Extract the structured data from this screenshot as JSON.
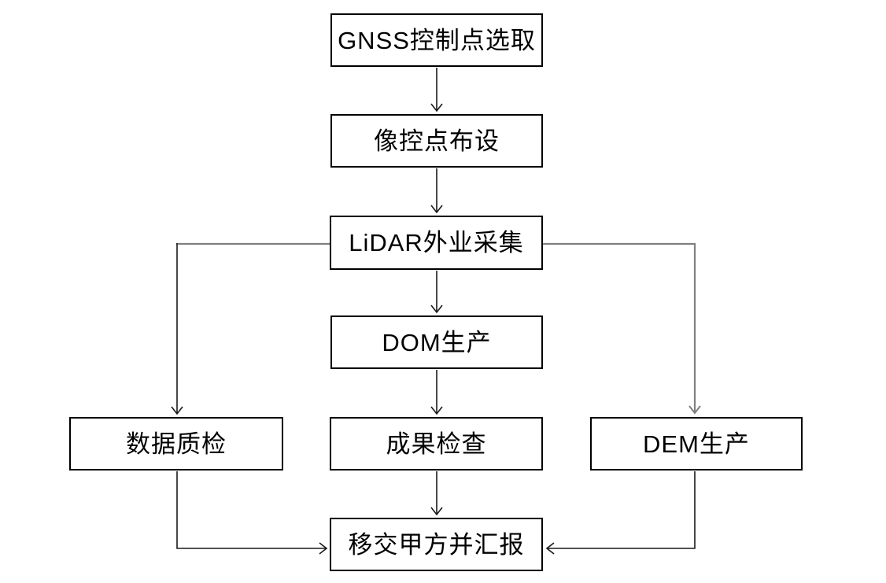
{
  "diagram": {
    "type": "flowchart",
    "title": "LiDAR surveying production workflow",
    "nodes": [
      {
        "id": "gnss-control-point-selection",
        "label": "GNSS控制点选取"
      },
      {
        "id": "image-control-point-layout",
        "label": "像控点布设"
      },
      {
        "id": "lidar-field-collection",
        "label": "LiDAR外业采集"
      },
      {
        "id": "dom-production",
        "label": "DOM生产"
      },
      {
        "id": "data-quality-check",
        "label": "数据质检"
      },
      {
        "id": "result-inspection",
        "label": "成果检查"
      },
      {
        "id": "dem-production",
        "label": "DEM生产"
      },
      {
        "id": "handover-and-report",
        "label": "移交甲方并汇报"
      }
    ],
    "edges": [
      {
        "from": "GNSS控制点选取",
        "to": "像控点布设"
      },
      {
        "from": "像控点布设",
        "to": "LiDAR外业采集"
      },
      {
        "from": "LiDAR外业采集",
        "to": "DOM生产"
      },
      {
        "from": "LiDAR外业采集",
        "to": "数据质检"
      },
      {
        "from": "LiDAR外业采集",
        "to": "DEM生产"
      },
      {
        "from": "DOM生产",
        "to": "成果检查"
      },
      {
        "from": "成果检查",
        "to": "移交甲方并汇报"
      },
      {
        "from": "数据质检",
        "to": "移交甲方并汇报"
      },
      {
        "from": "DEM生产",
        "to": "移交甲方并汇报"
      }
    ]
  },
  "colors": {
    "background": "#ffffff",
    "box_border": "#000000",
    "box_fill": "#ffffff",
    "text": "#000000",
    "connector_black": "#1a1a1a",
    "connector_gray": "#808080"
  }
}
